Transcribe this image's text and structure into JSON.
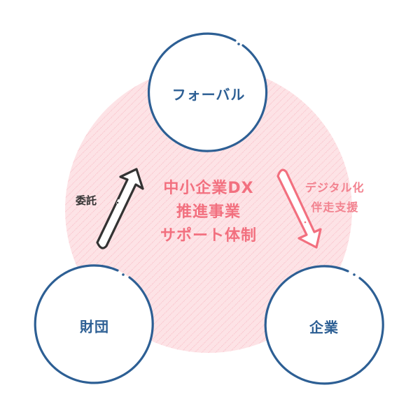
{
  "colors": {
    "node_stroke": "#2d5f94",
    "background_disc": "#fde3e6",
    "stripe": "#f9b9c3",
    "accent_pink": "#f2707f",
    "arrow_dark": "#333333"
  },
  "center": {
    "lines": [
      "中小企業DX",
      "推進事業",
      "サポート体制"
    ]
  },
  "nodes": {
    "top": {
      "label": "フォーバル"
    },
    "left": {
      "label": "財団"
    },
    "right": {
      "label": "企業"
    }
  },
  "edges": {
    "left_to_top": {
      "label": "委託"
    },
    "top_to_right": {
      "label_lines": [
        "デジタル化",
        "伴走支援"
      ]
    }
  }
}
